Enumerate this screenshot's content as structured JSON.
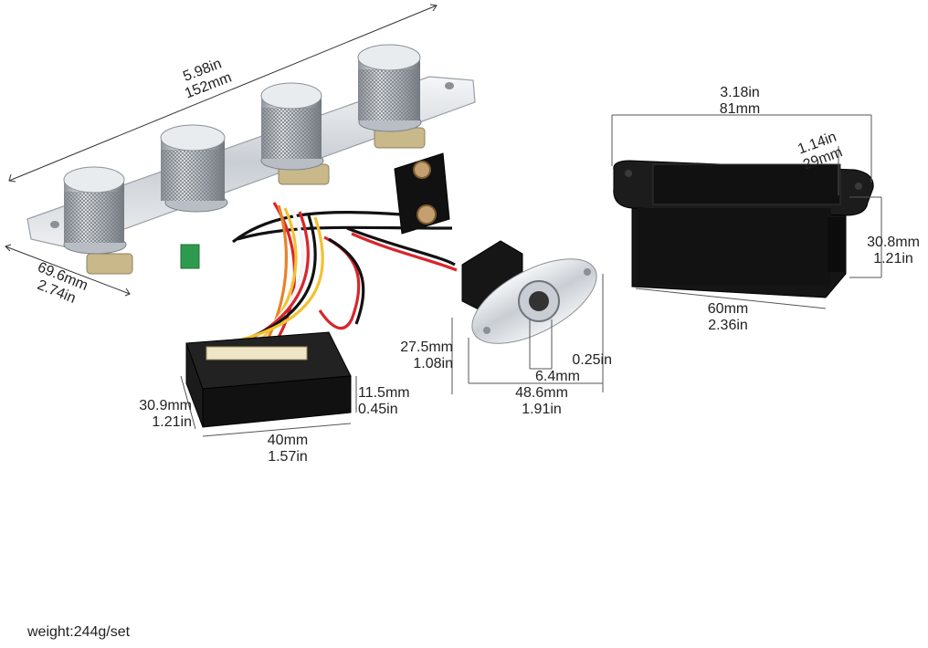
{
  "dimensions": {
    "plate_length": {
      "in": "5.98in",
      "mm": "152mm"
    },
    "plate_width": {
      "mm": "69.6mm",
      "in": "2.74in"
    },
    "battery_box_length": {
      "in": "3.18in",
      "mm": "81mm"
    },
    "battery_box_depth": {
      "in": "1.14in",
      "mm": "29mm"
    },
    "battery_box_height": {
      "mm": "30.8mm",
      "in": "1.21in"
    },
    "battery_box_width": {
      "mm": "60mm",
      "in": "2.36in"
    },
    "jack_plate_height": {
      "mm": "27.5mm",
      "in": "1.08in"
    },
    "jack_hole": {
      "in": "0.25in",
      "mm": "6.4mm"
    },
    "jack_plate_length": {
      "mm": "48.6mm",
      "in": "1.91in"
    },
    "preamp_depth": {
      "mm": "30.9mm",
      "in": "1.21in"
    },
    "preamp_height": {
      "mm": "11.5mm",
      "in": "0.45in"
    },
    "preamp_width": {
      "mm": "40mm",
      "in": "1.57in"
    }
  },
  "weight": "weight:244g/set",
  "colors": {
    "chrome": "#d9dde2",
    "black_plastic": "#151515",
    "wire_red": "#d8262c",
    "wire_yellow": "#f1c232",
    "wire_orange": "#e8822c",
    "wire_white": "#f4f4f4",
    "pcb_green": "#2e9a4e"
  }
}
